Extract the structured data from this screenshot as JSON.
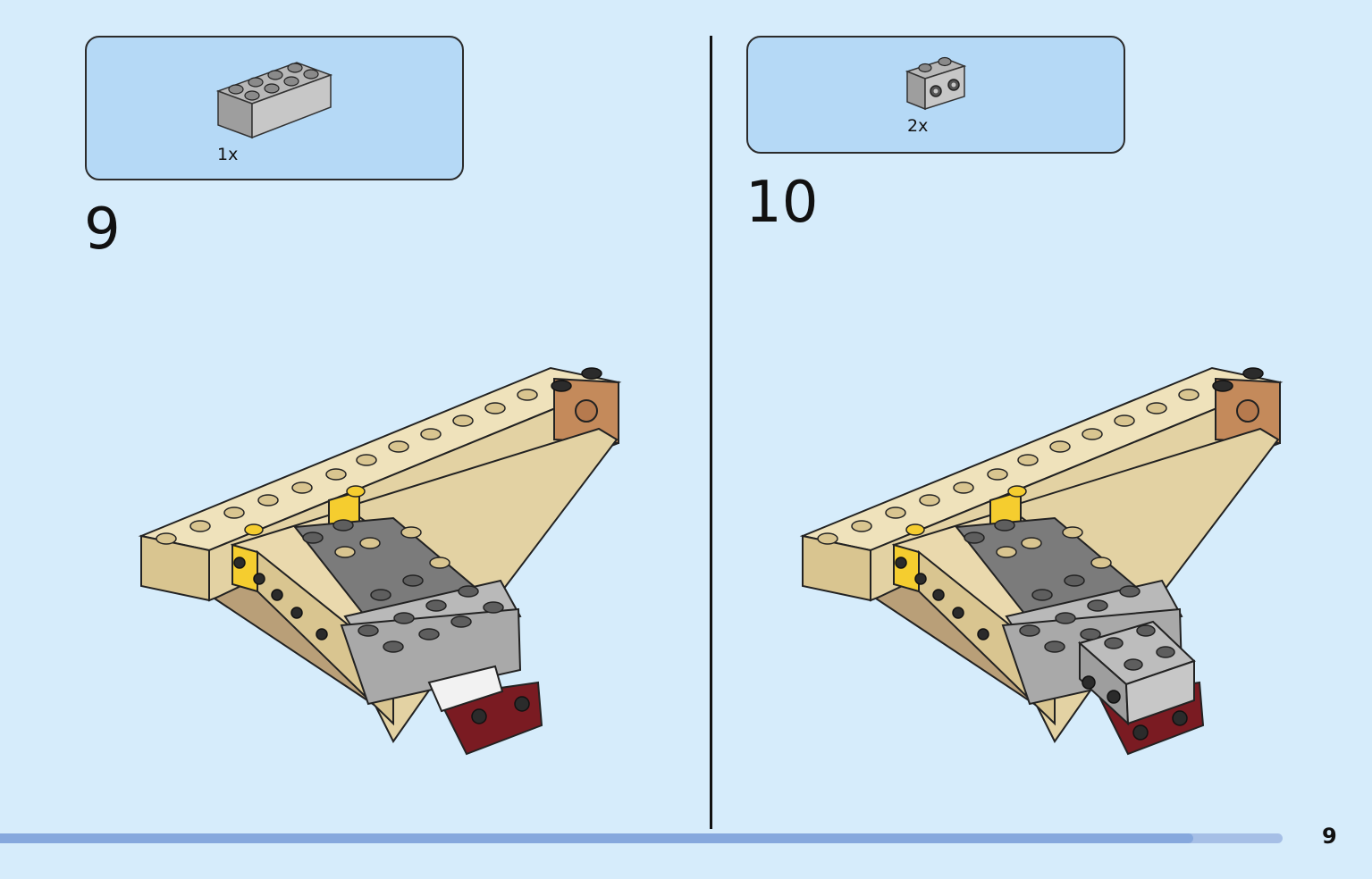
{
  "steps": [
    {
      "number": "9",
      "part_quantity": "1x",
      "part": "light-gray-2x4-brick"
    },
    {
      "number": "10",
      "part_quantity": "2x",
      "part": "light-gray-1x2-brick-with-side-studs"
    }
  ],
  "page_number": "9",
  "progress_fraction": 0.93,
  "colors": {
    "background": "#d6ecfb",
    "parts_box": "#b5d9f6",
    "tan": "#e3d2a3",
    "light_gray": "#a9a9a9",
    "dark_gray": "#6b6b6b",
    "yellow": "#f5cd2f",
    "dark_red": "#7a1b22",
    "medium_nougat": "#b67a4e"
  }
}
